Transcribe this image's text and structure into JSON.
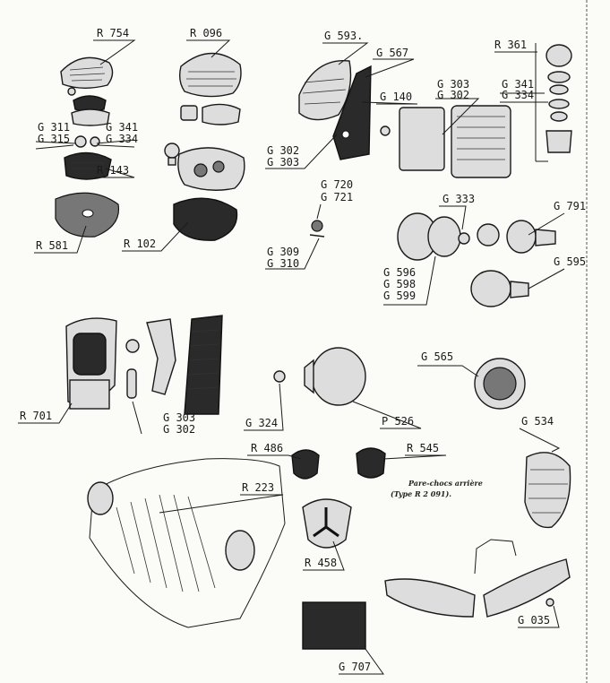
{
  "labels": {
    "r754": "R 754",
    "r096": "R 096",
    "g311": "G 311",
    "g315": "G 315",
    "g341a": "G 341",
    "g334a": "G 334",
    "r143": "R 143",
    "r581": "R 581",
    "r102": "R 102",
    "g593": "G 593.",
    "g567": "G 567",
    "g140": "G 140",
    "g303a": "G 303",
    "g302a": "G 302",
    "g302b": "G 302",
    "g303b": "G 303",
    "r361": "R 361",
    "g341b": "G 341",
    "g334b": "G 334",
    "g720": "G 720",
    "g721": "G 721",
    "g309": "G 309",
    "g310": "G 310",
    "g333": "G 333",
    "g791": "G 791",
    "g596": "G 596",
    "g598": "G 598",
    "g599": "G 599",
    "g595": "G 595",
    "r701": "R 701",
    "g303c": "G 303",
    "g302c": "G 302",
    "g324": "G 324",
    "p526": "P 526",
    "g565": "G 565",
    "g534": "G 534",
    "r486": "R 486",
    "r545": "R 545",
    "r223": "R 223",
    "r458": "R 458",
    "g035": "G 035",
    "g707": "G 707"
  },
  "caption": {
    "line1": "Pare-chocs arrière",
    "line2": "(Type R 2 091)."
  }
}
